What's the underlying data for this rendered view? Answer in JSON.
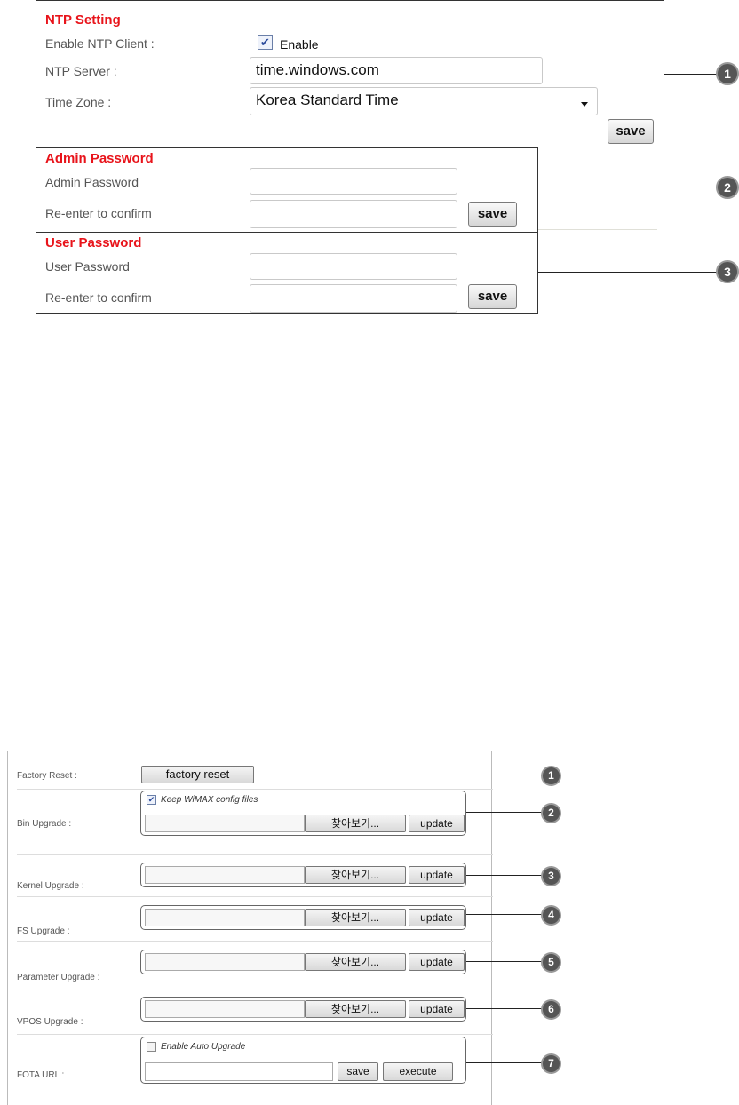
{
  "ntp": {
    "title": "NTP Setting",
    "enable_label": "Enable NTP Client :",
    "enable_text": "Enable",
    "server_label": "NTP Server :",
    "server_value": "time.windows.com",
    "timezone_label": "Time Zone :",
    "timezone_value": "Korea Standard Time",
    "save": "save"
  },
  "admin": {
    "title": "Admin Password",
    "password_label": "Admin Password",
    "confirm_label": "Re-enter to confirm",
    "save": "save"
  },
  "user": {
    "title": "User Password",
    "password_label": "User Password",
    "confirm_label": "Re-enter to confirm",
    "save": "save"
  },
  "callouts_top": [
    "1",
    "2",
    "3"
  ],
  "upgrade": {
    "factory_label": "Factory Reset :",
    "factory_button": "factory reset",
    "bin_label": "Bin Upgrade :",
    "keep_config": "Keep WiMAX config files",
    "kernel_label": "Kernel Upgrade :",
    "fs_label": "FS Upgrade :",
    "param_label": "Parameter Upgrade :",
    "vpos_label": "VPOS Upgrade :",
    "fota_label": "FOTA URL :",
    "auto_upgrade": "Enable Auto Upgrade",
    "browse": "찾아보기...",
    "update": "update",
    "save": "save",
    "execute": "execute"
  },
  "callouts_bottom": [
    "1",
    "2",
    "3",
    "4",
    "5",
    "6",
    "7"
  ]
}
